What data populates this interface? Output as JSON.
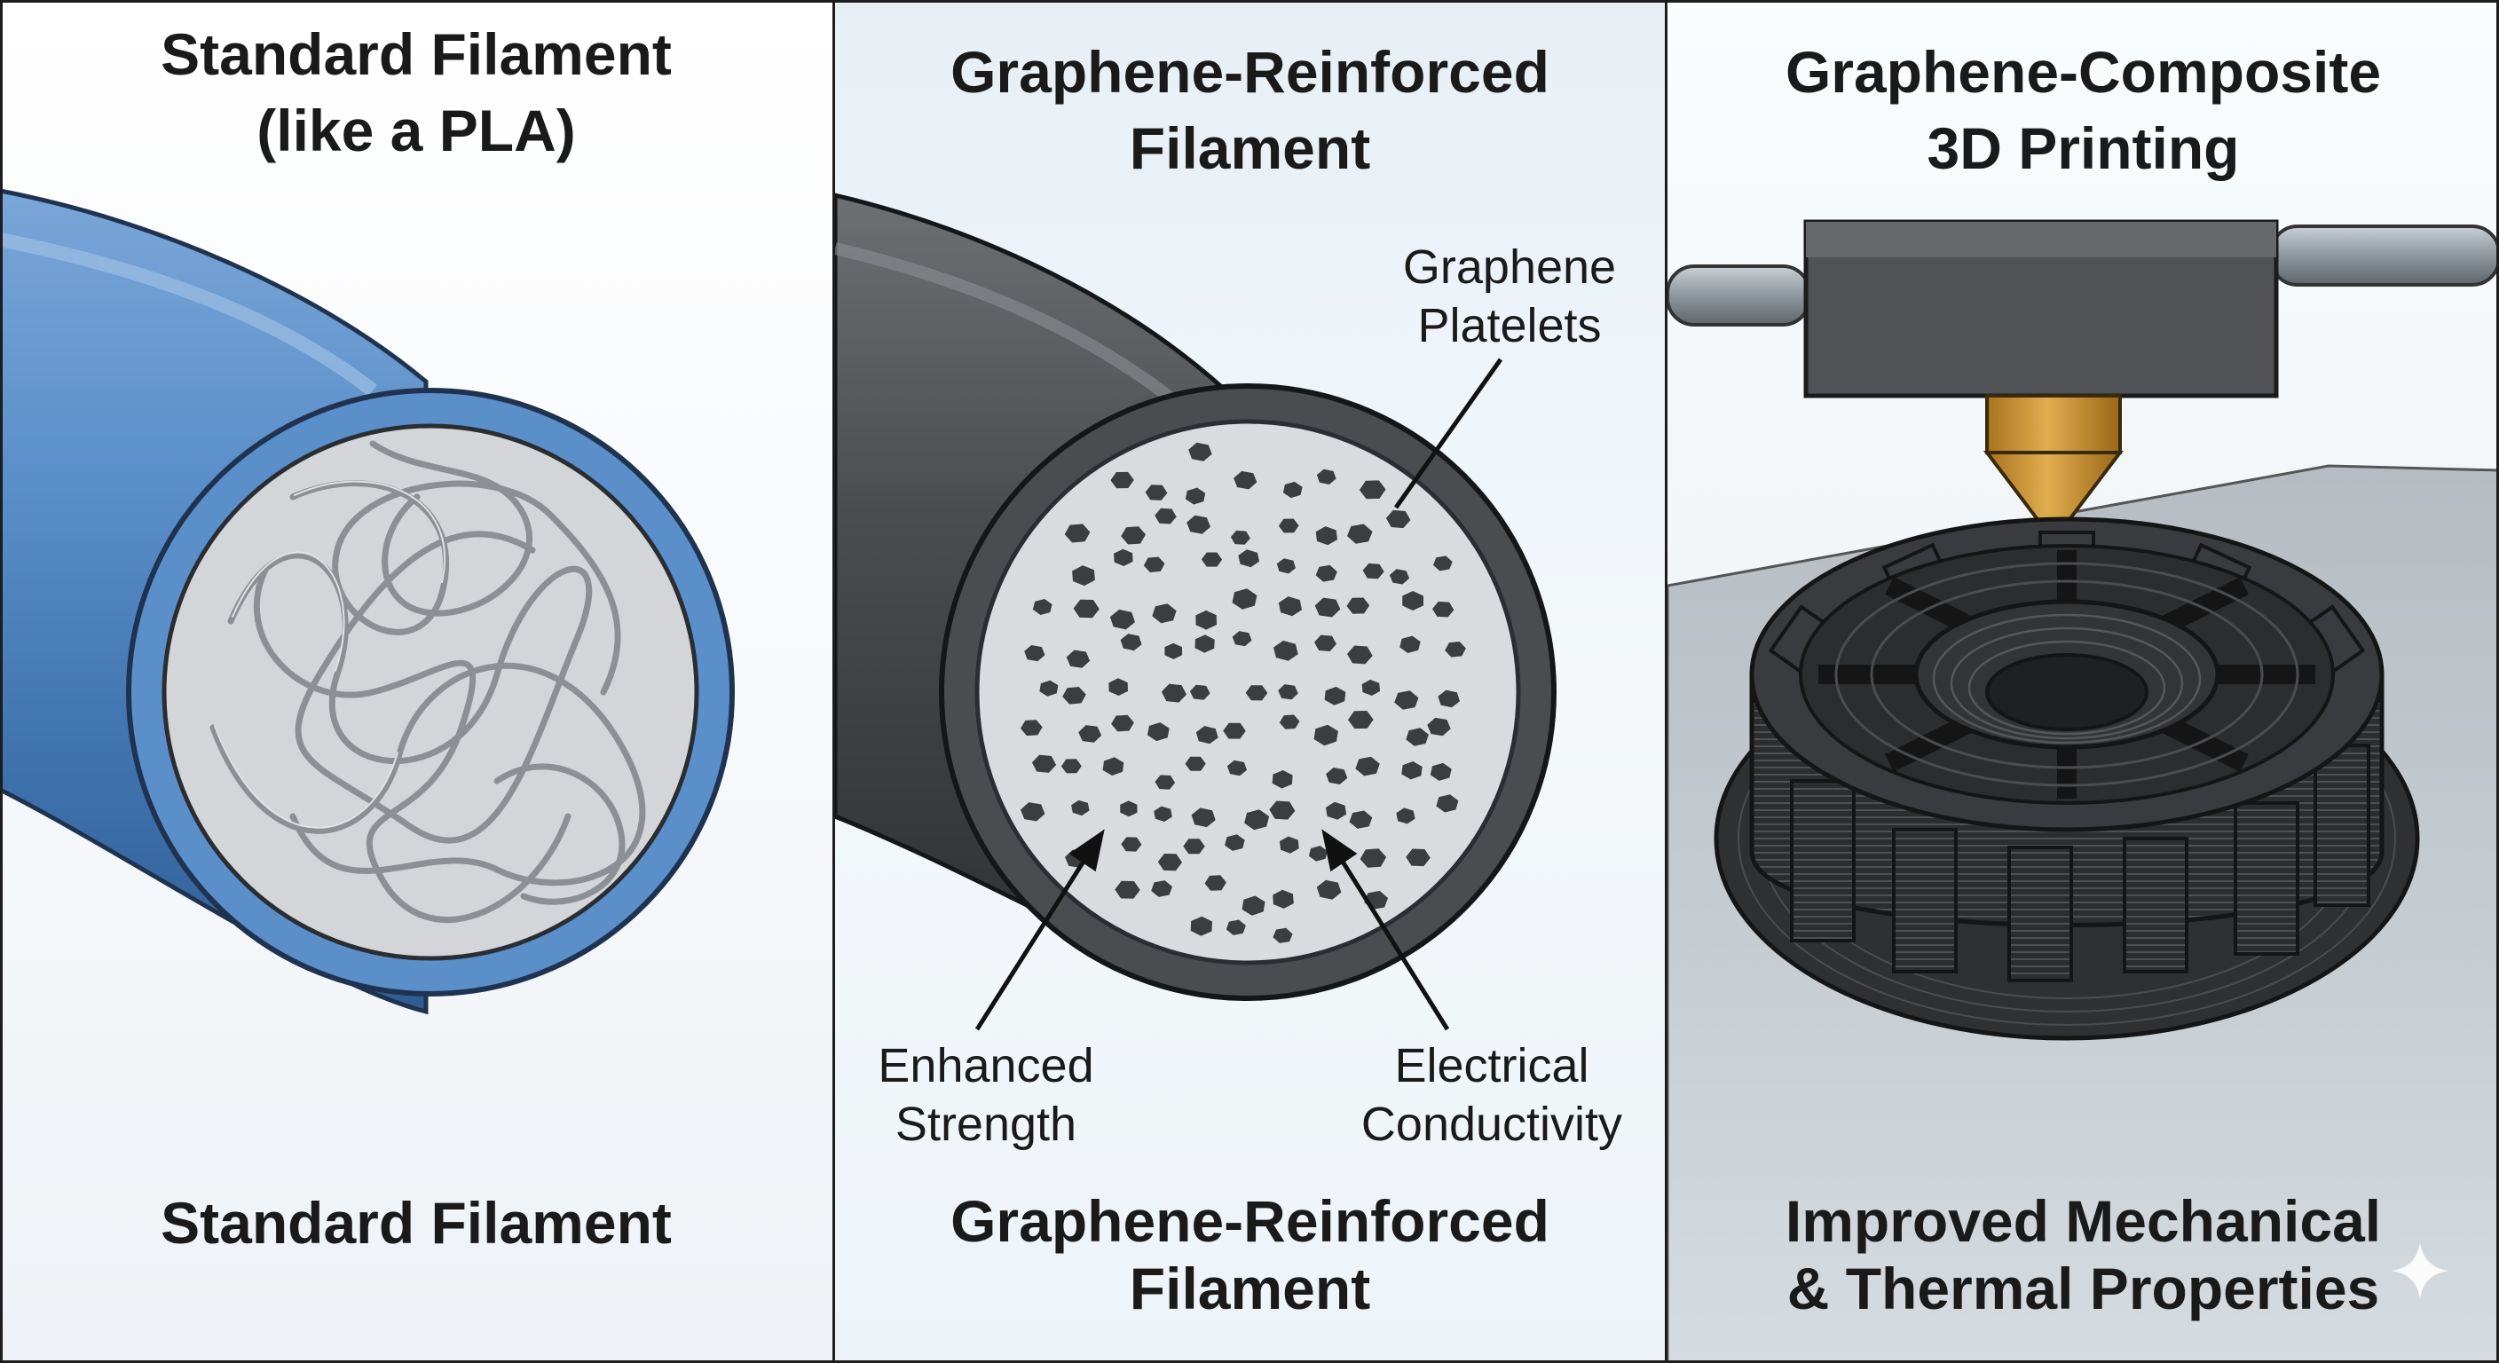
{
  "panels": [
    {
      "title": "Standard Filament\n(like a  PLA)",
      "caption": "Standard Filament",
      "colors": {
        "sheath": "#5b8fc9",
        "core": "#d3d5d8",
        "fibers": "#8c8f93"
      }
    },
    {
      "title": "Graphene-Reinforced\nFilament",
      "caption": "Graphene-Reinforced\nFilament",
      "callouts": {
        "platelets": "Graphene\nPlatelets",
        "strength": "Enhanced\nStrength",
        "conductivity": "Electrical\nConductivity"
      },
      "colors": {
        "sheath": "#4a4c50",
        "core": "#d9dbde",
        "platelets": "#3b3d40"
      }
    },
    {
      "title": "Graphene-Composite\n3D Printing",
      "caption": "Improved Mechanical\n& Thermal Properties",
      "colors": {
        "nozzle": "#d49a3a",
        "print_head": "#505255",
        "gear": "#2c2d2f",
        "bed": "#c9ced2"
      }
    }
  ]
}
